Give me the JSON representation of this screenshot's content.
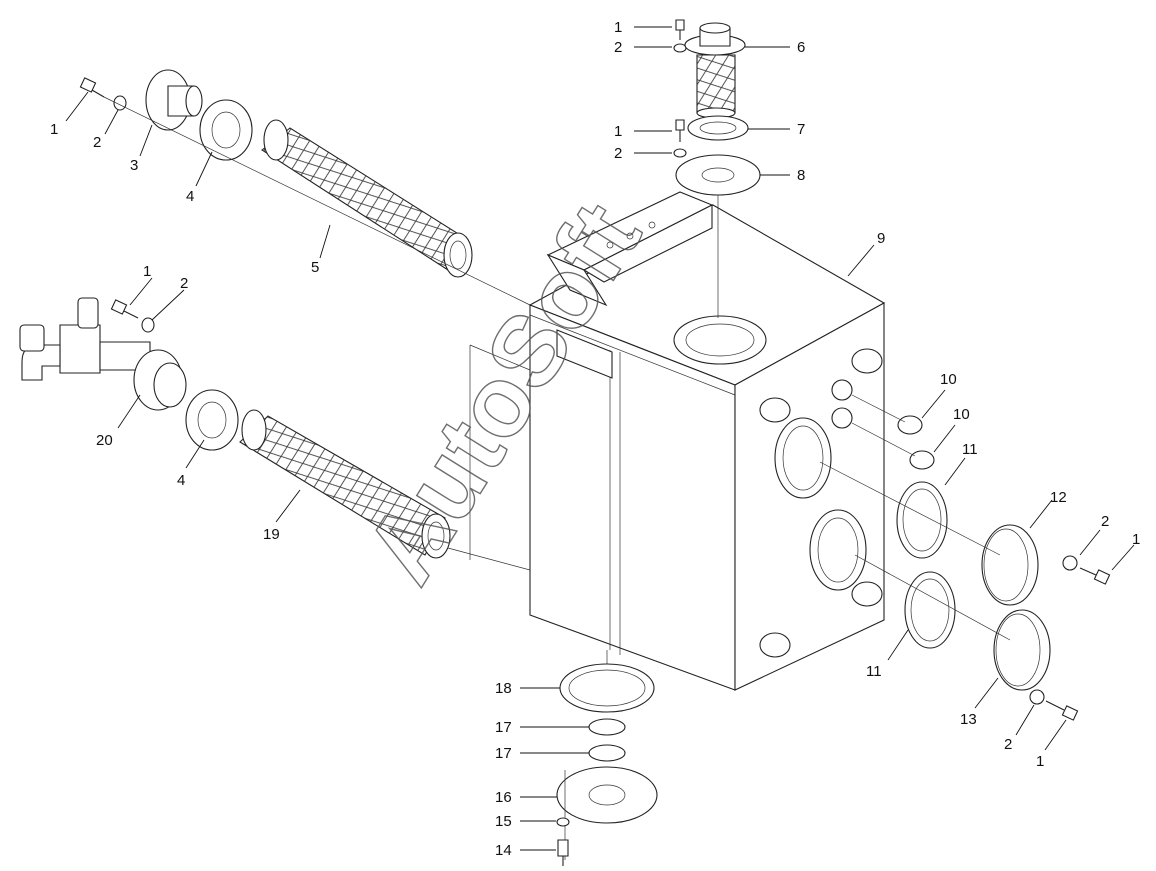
{
  "watermark": "AutoSoft",
  "callouts": {
    "c1a": "1",
    "c2a": "2",
    "c3": "3",
    "c4a": "4",
    "c5": "5",
    "c1b": "1",
    "c2b": "2",
    "c20": "20",
    "c4b": "4",
    "c19": "19",
    "c1c": "1",
    "c2c": "2",
    "c6": "6",
    "c1d": "1",
    "c2d": "2",
    "c7": "7",
    "c8": "8",
    "c9": "9",
    "c10a": "10",
    "c10b": "10",
    "c11a": "11",
    "c12": "12",
    "c2e": "2",
    "c1e": "1",
    "c11b": "11",
    "c13": "13",
    "c2f": "2",
    "c1f": "1",
    "c18": "18",
    "c17a": "17",
    "c17b": "17",
    "c16": "16",
    "c15": "15",
    "c14": "14"
  }
}
